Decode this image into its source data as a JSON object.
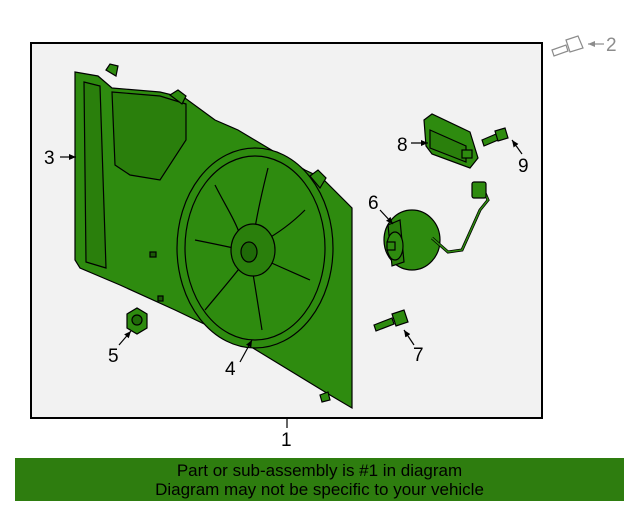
{
  "callouts": {
    "c1": "1",
    "c2": "2",
    "c3": "3",
    "c4": "4",
    "c5": "5",
    "c6": "6",
    "c7": "7",
    "c8": "8",
    "c9": "9"
  },
  "banner": {
    "line1": "Part or sub-assembly is #1 in diagram",
    "line2": "Diagram may not be specific to your vehicle"
  },
  "colors": {
    "highlight": "#2e8b0f",
    "banner_bg": "#2e7d0f",
    "frame_bg": "#f2f2f2",
    "line": "#000000"
  },
  "icons": [
    "shroud-icon",
    "fan-blade-icon",
    "fan-motor-icon",
    "controller-module-icon",
    "bolt-icon",
    "nut-icon",
    "screw-icon"
  ]
}
